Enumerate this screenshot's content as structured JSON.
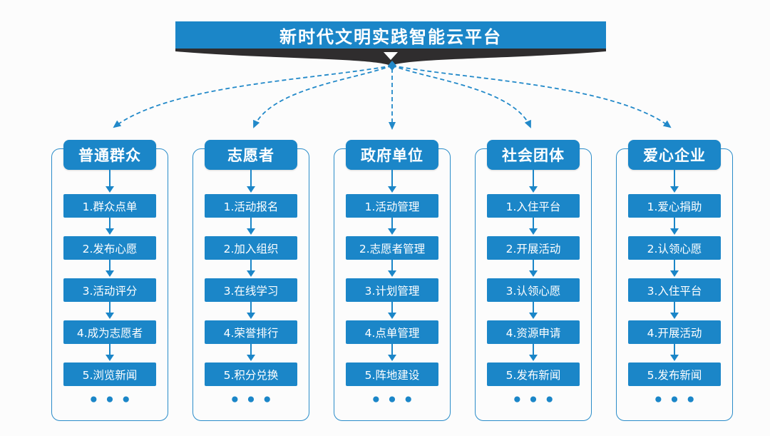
{
  "banner": {
    "title": "新时代文明实践智能云平台"
  },
  "colors": {
    "primary": "#1b86c8",
    "connector": "#2289c9",
    "chevron": "#2f2d2e"
  },
  "columns": [
    {
      "title": "普通群众",
      "steps": [
        "1.群众点单",
        "2.发布心愿",
        "3.活动评分",
        "4.成为志愿者",
        "5.浏览新闻"
      ],
      "more": "•••"
    },
    {
      "title": "志愿者",
      "steps": [
        "1.活动报名",
        "2.加入组织",
        "3.在线学习",
        "4.荣誉排行",
        "5.积分兑换"
      ],
      "more": "•••"
    },
    {
      "title": "政府单位",
      "steps": [
        "1.活动管理",
        "2.志愿者管理",
        "3.计划管理",
        "4.点单管理",
        "5.阵地建设"
      ],
      "more": "•••"
    },
    {
      "title": "社会团体",
      "steps": [
        "1.入住平台",
        "2.开展活动",
        "3.认领心愿",
        "4.资源申请",
        "5.发布新闻"
      ],
      "more": "•••"
    },
    {
      "title": "爱心企业",
      "steps": [
        "1.爱心捐助",
        "2.认领心愿",
        "3.入住平台",
        "4.开展活动",
        "5.发布新闻"
      ],
      "more": "•••"
    }
  ]
}
